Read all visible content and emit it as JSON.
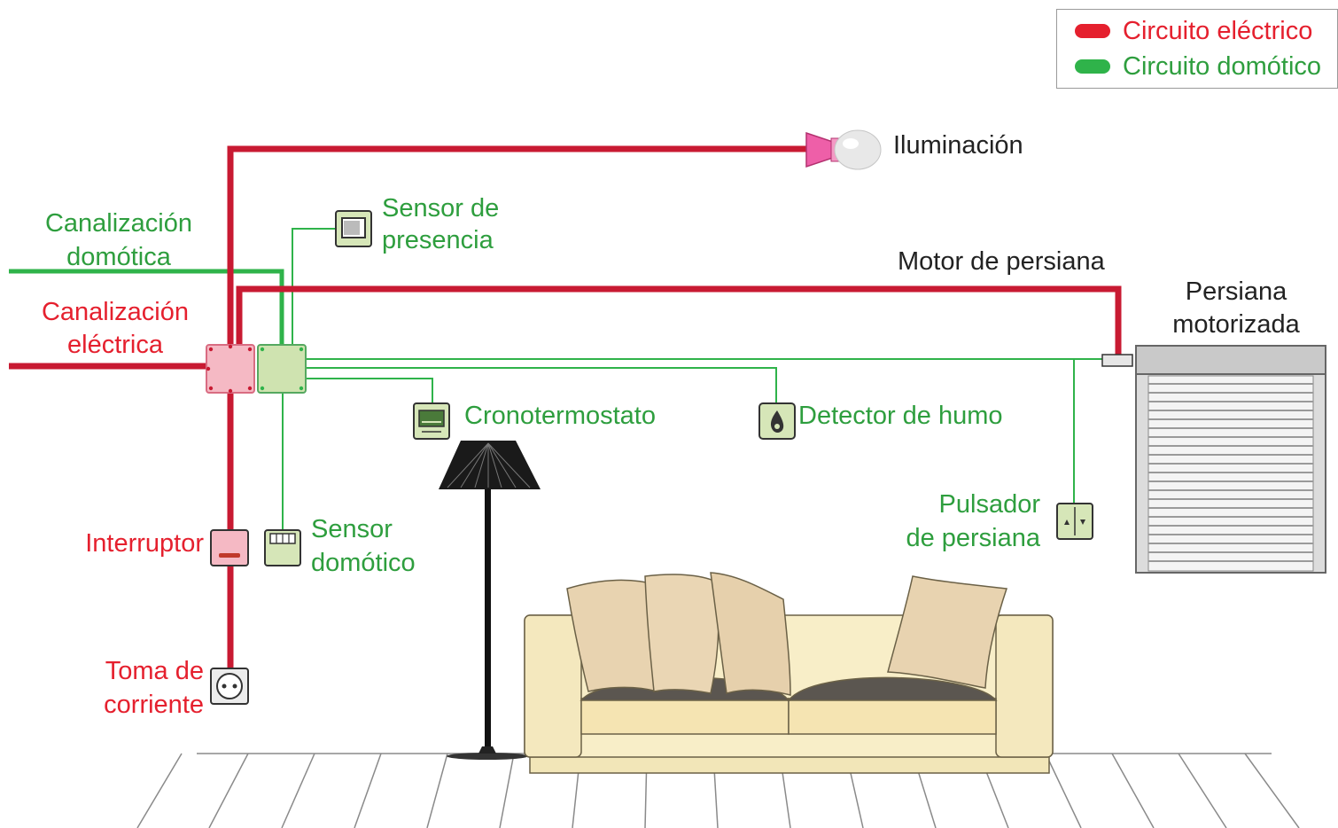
{
  "colors": {
    "electric": "#d0112b",
    "domotic": "#2fb34a",
    "electric_text": "#e5202e",
    "domotic_text": "#2e9e3e"
  },
  "legend": {
    "electric": "Circuito eléctrico",
    "domotic": "Circuito domótico"
  },
  "labels": {
    "iluminacion": "Iluminación",
    "sensor_presencia": [
      "Sensor de",
      "presencia"
    ],
    "canalizacion_domotica": [
      "Canalización",
      "domótica"
    ],
    "canalizacion_electrica": [
      "Canalización",
      "eléctrica"
    ],
    "motor_persiana": "Motor de persiana",
    "persiana_motorizada": [
      "Persiana",
      "motorizada"
    ],
    "cronotermostato": "Cronotermostato",
    "detector_humo": "Detector de humo",
    "pulsador_persiana": [
      "Pulsador",
      "de persiana"
    ],
    "interruptor": "Interruptor",
    "sensor_domotico": [
      "Sensor",
      "domótico"
    ],
    "toma_corriente": [
      "Toma de",
      "corriente"
    ]
  }
}
